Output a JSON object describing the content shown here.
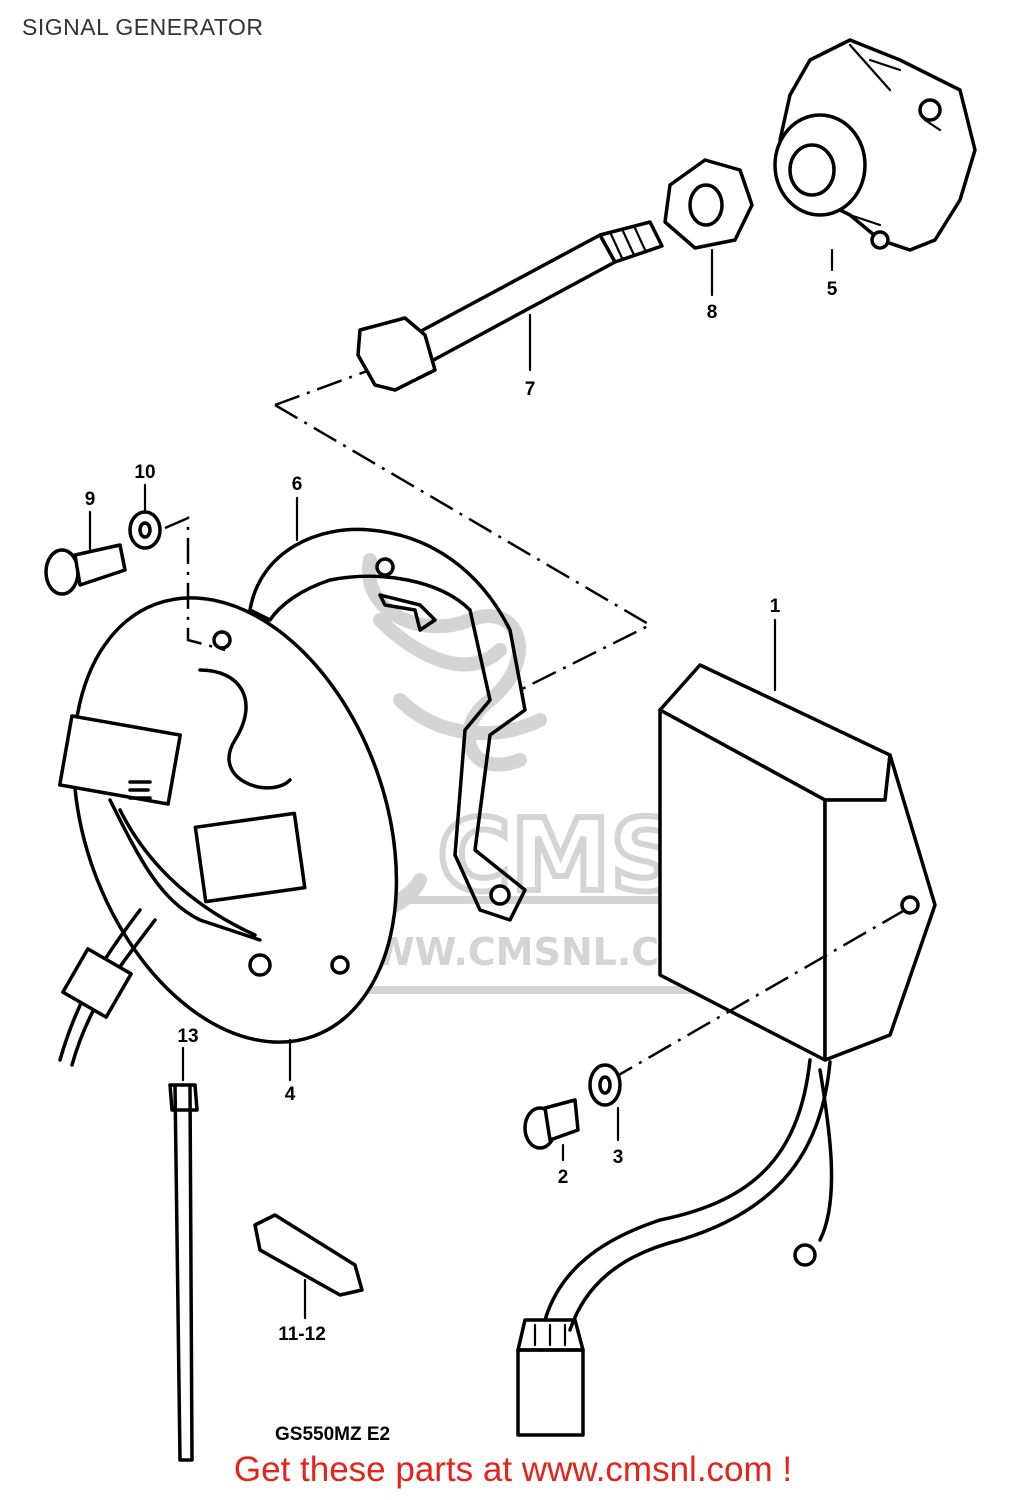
{
  "page": {
    "title": "SIGNAL GENERATOR",
    "footer_link": "Get these parts at www.cmsnl.com !"
  },
  "diagram": {
    "model_code": "GS550MZ E2",
    "watermark": {
      "brand": "CMS",
      "url": "WWW.CMSNL.COM"
    },
    "callouts": {
      "unit": "1",
      "screw": "2",
      "washer": "3",
      "plate": "4",
      "governor": "5",
      "gasket": "6",
      "shaft_bolt": "7",
      "nut": "8",
      "plate_screw": "9",
      "plate_washer": "10",
      "clamp": "11-12",
      "band": "13"
    }
  },
  "colors": {
    "link": "#e4231b",
    "ink": "#000000",
    "watermark": "#d4d4d4"
  }
}
